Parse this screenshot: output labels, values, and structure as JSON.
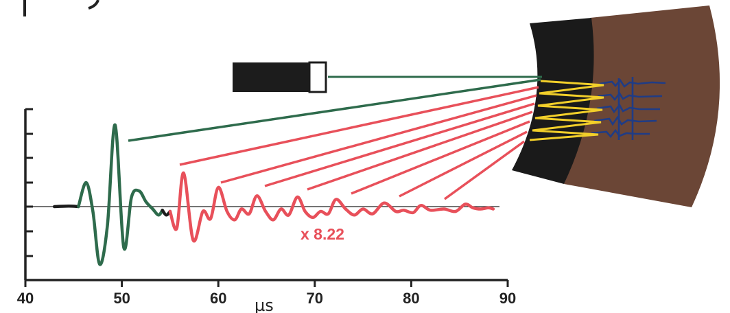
{
  "colors": {
    "green": "#2e6b4c",
    "red": "#e8505a",
    "black": "#1c1c1c",
    "yellow": "#f2cf2a",
    "blue": "#1f3c86",
    "brown": "#6b4636",
    "axis": "#222222"
  },
  "x_axis": {
    "unit": "µs",
    "ticks": [
      "40",
      "50",
      "60",
      "70",
      "80",
      "90"
    ]
  },
  "amplification_label": "x 8.22",
  "chart_data": {
    "type": "line",
    "xlim": [
      40,
      90
    ],
    "ylabel": "",
    "xlabel": "µs",
    "series": [
      {
        "color": "#1c1c1c",
        "x": [
          43.0,
          44.5,
          45.5
        ],
        "y": [
          0.0,
          0.02,
          0.0
        ]
      },
      {
        "color": "#2e6b4c",
        "x": [
          45.5,
          46.3,
          47.0,
          47.7,
          48.5,
          49.3,
          50.2,
          51.0,
          51.8,
          52.5,
          53.2,
          53.8,
          54.2
        ],
        "y": [
          0.0,
          1.0,
          -0.2,
          -2.4,
          -0.8,
          3.4,
          -1.7,
          0.4,
          0.65,
          0.2,
          -0.1,
          -0.35,
          -0.15
        ]
      },
      {
        "color": "#1c1c1c",
        "x": [
          54.2,
          54.6,
          55.0
        ],
        "y": [
          -0.15,
          -0.35,
          -0.2
        ]
      },
      {
        "color": "#e8505a",
        "x": [
          55.0,
          55.7,
          56.4,
          57.4,
          58.4,
          59.2,
          60.0,
          60.9,
          61.7,
          62.4,
          63.2,
          64.0,
          64.9,
          65.7,
          66.5,
          67.3,
          68.2,
          69.0,
          69.8,
          70.6,
          71.4,
          72.2,
          73.2,
          74.1,
          75.0,
          76.0,
          77.2,
          78.4,
          79.2,
          80.2,
          81.0,
          82.0,
          83.4,
          84.6,
          85.6,
          86.4,
          87.2,
          88.0,
          88.5
        ],
        "y": [
          -0.2,
          -0.9,
          1.4,
          -1.4,
          -0.2,
          -0.5,
          0.8,
          -0.2,
          -0.55,
          -0.1,
          -0.3,
          0.45,
          -0.2,
          -0.55,
          -0.1,
          -0.35,
          0.4,
          -0.2,
          -0.45,
          -0.2,
          -0.3,
          0.3,
          -0.1,
          -0.35,
          -0.1,
          -0.3,
          0.15,
          -0.2,
          -0.15,
          -0.25,
          0.05,
          -0.15,
          -0.1,
          -0.2,
          0.1,
          -0.05,
          -0.1,
          -0.05,
          -0.1
        ]
      }
    ]
  }
}
